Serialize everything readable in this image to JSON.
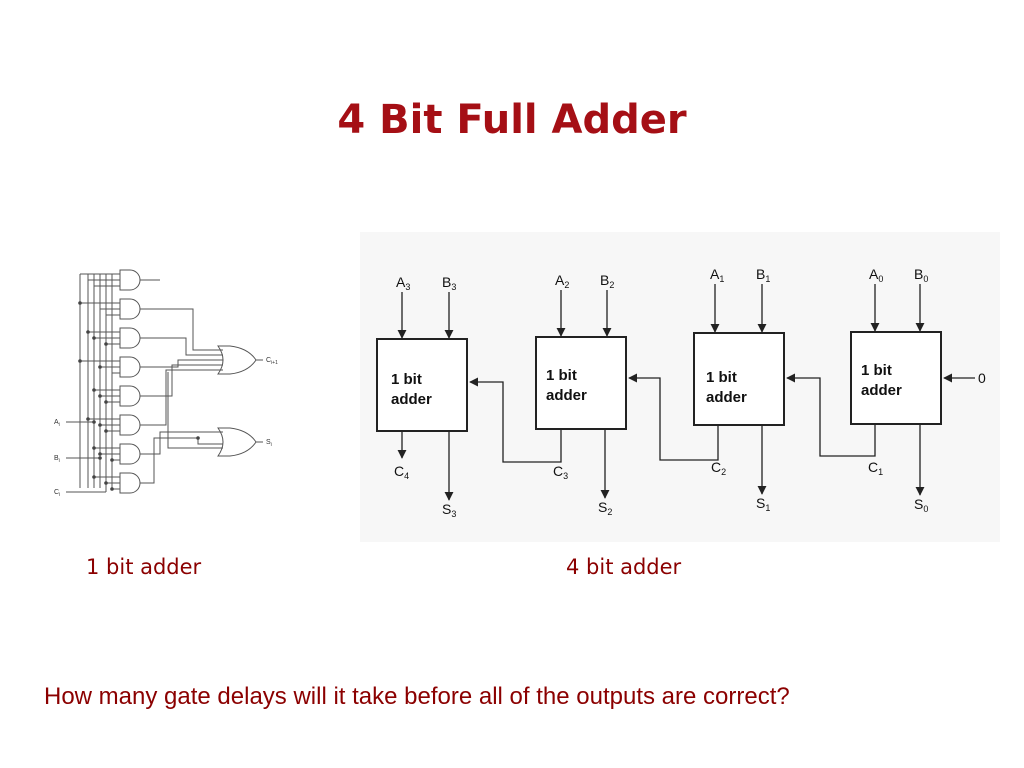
{
  "slide": {
    "title": "4 Bit Full Adder",
    "captions": {
      "left": "1 bit adder",
      "right": "4 bit adder"
    },
    "question": "How many gate delays will it take before all of the outputs are correct?",
    "colors": {
      "title": "#a50f15",
      "text": "#8b0000"
    }
  },
  "gate_diagram": {
    "inputs": [
      {
        "base": "A",
        "sub": "i"
      },
      {
        "base": "B",
        "sub": "i"
      },
      {
        "base": "C",
        "sub": "i"
      }
    ],
    "outputs": [
      {
        "base": "C",
        "sub": "i+1"
      },
      {
        "base": "S",
        "sub": "i"
      }
    ]
  },
  "ripple_adder": {
    "block_label_line1": "1 bit",
    "block_label_line2": "adder",
    "carry_in_label": "0",
    "stages": [
      {
        "a": "A",
        "a_sub": "3",
        "b": "B",
        "b_sub": "3",
        "c": "C",
        "c_sub": "4",
        "s": "S",
        "s_sub": "3"
      },
      {
        "a": "A",
        "a_sub": "2",
        "b": "B",
        "b_sub": "2",
        "c": "C",
        "c_sub": "3",
        "s": "S",
        "s_sub": "2"
      },
      {
        "a": "A",
        "a_sub": "1",
        "b": "B",
        "b_sub": "1",
        "c": "C",
        "c_sub": "2",
        "s": "S",
        "s_sub": "1"
      },
      {
        "a": "A",
        "a_sub": "0",
        "b": "B",
        "b_sub": "0",
        "c": "C",
        "c_sub": "1",
        "s": "S",
        "s_sub": "0"
      }
    ]
  }
}
